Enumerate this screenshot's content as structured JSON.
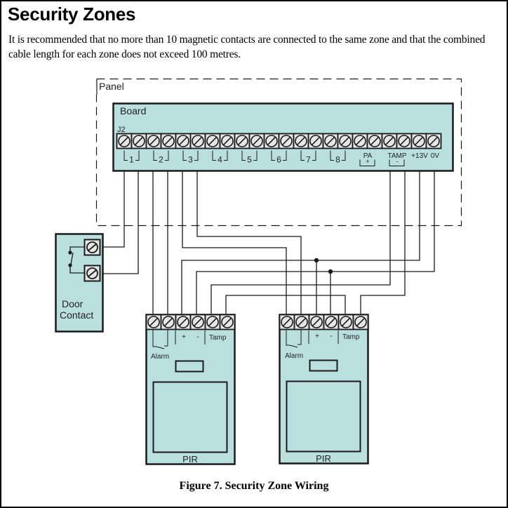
{
  "page": {
    "title": "Security Zones",
    "paragraph": "It is recommended that no more than 10 magnetic contacts are connected to the same zone and that the combined cable length for each zone does not exceed 100 metres.",
    "caption": "Figure 7. Security Zone Wiring"
  },
  "colors": {
    "device_fill": "#b9e0df",
    "terminal_fill": "#e6e6e6",
    "line": "#1a1a1a"
  },
  "diagram": {
    "panel_label": "Panel",
    "board_label": "Board",
    "connector_label": "J2",
    "zone_labels": [
      "1",
      "2",
      "3",
      "4",
      "5",
      "6",
      "7",
      "8"
    ],
    "pa_label": "PA",
    "pa_sign": "+",
    "tamp_label": "TAMP",
    "tamp_sign": "-",
    "v13_label": "+13V",
    "v0_label": "0V",
    "board_terminal_count": 22,
    "door_contact": {
      "label_line1": "Door",
      "label_line2": "Contact",
      "terminal_count": 2
    },
    "pirs": [
      {
        "label": "PIR",
        "alarm_label": "Alarm",
        "plus_label": "+",
        "minus_label": "-",
        "tamp_label": "Tamp",
        "terminal_count": 6
      },
      {
        "label": "PIR",
        "alarm_label": "Alarm",
        "plus_label": "+",
        "minus_label": "-",
        "tamp_label": "Tamp",
        "terminal_count": 6
      }
    ],
    "connections": [
      {
        "from": "Zone 1 terminal A",
        "to": "Door Contact terminal 1"
      },
      {
        "from": "Zone 1 terminal B",
        "to": "Door Contact terminal 2"
      },
      {
        "from": "Zone 2 terminal A",
        "to": "PIR 1 Alarm terminal 1"
      },
      {
        "from": "Zone 2 terminal B",
        "to": "PIR 1 Alarm terminal 2"
      },
      {
        "from": "Zone 3 terminal A",
        "to": "PIR 2 Alarm terminal 1"
      },
      {
        "from": "Zone 3 terminal B",
        "to": "PIR 2 Alarm terminal 2"
      },
      {
        "from": "+13V",
        "to": "PIR 1 + and PIR 2 +"
      },
      {
        "from": "0V",
        "to": "PIR 1 - and PIR 2 -"
      },
      {
        "from": "TAMP terminal 1",
        "to": "PIR 1 Tamp terminal 1"
      },
      {
        "from": "PIR 1 Tamp terminal 2",
        "to": "PIR 2 Tamp terminal 1"
      },
      {
        "from": "PIR 2 Tamp terminal 2",
        "to": "TAMP terminal 2"
      }
    ]
  }
}
